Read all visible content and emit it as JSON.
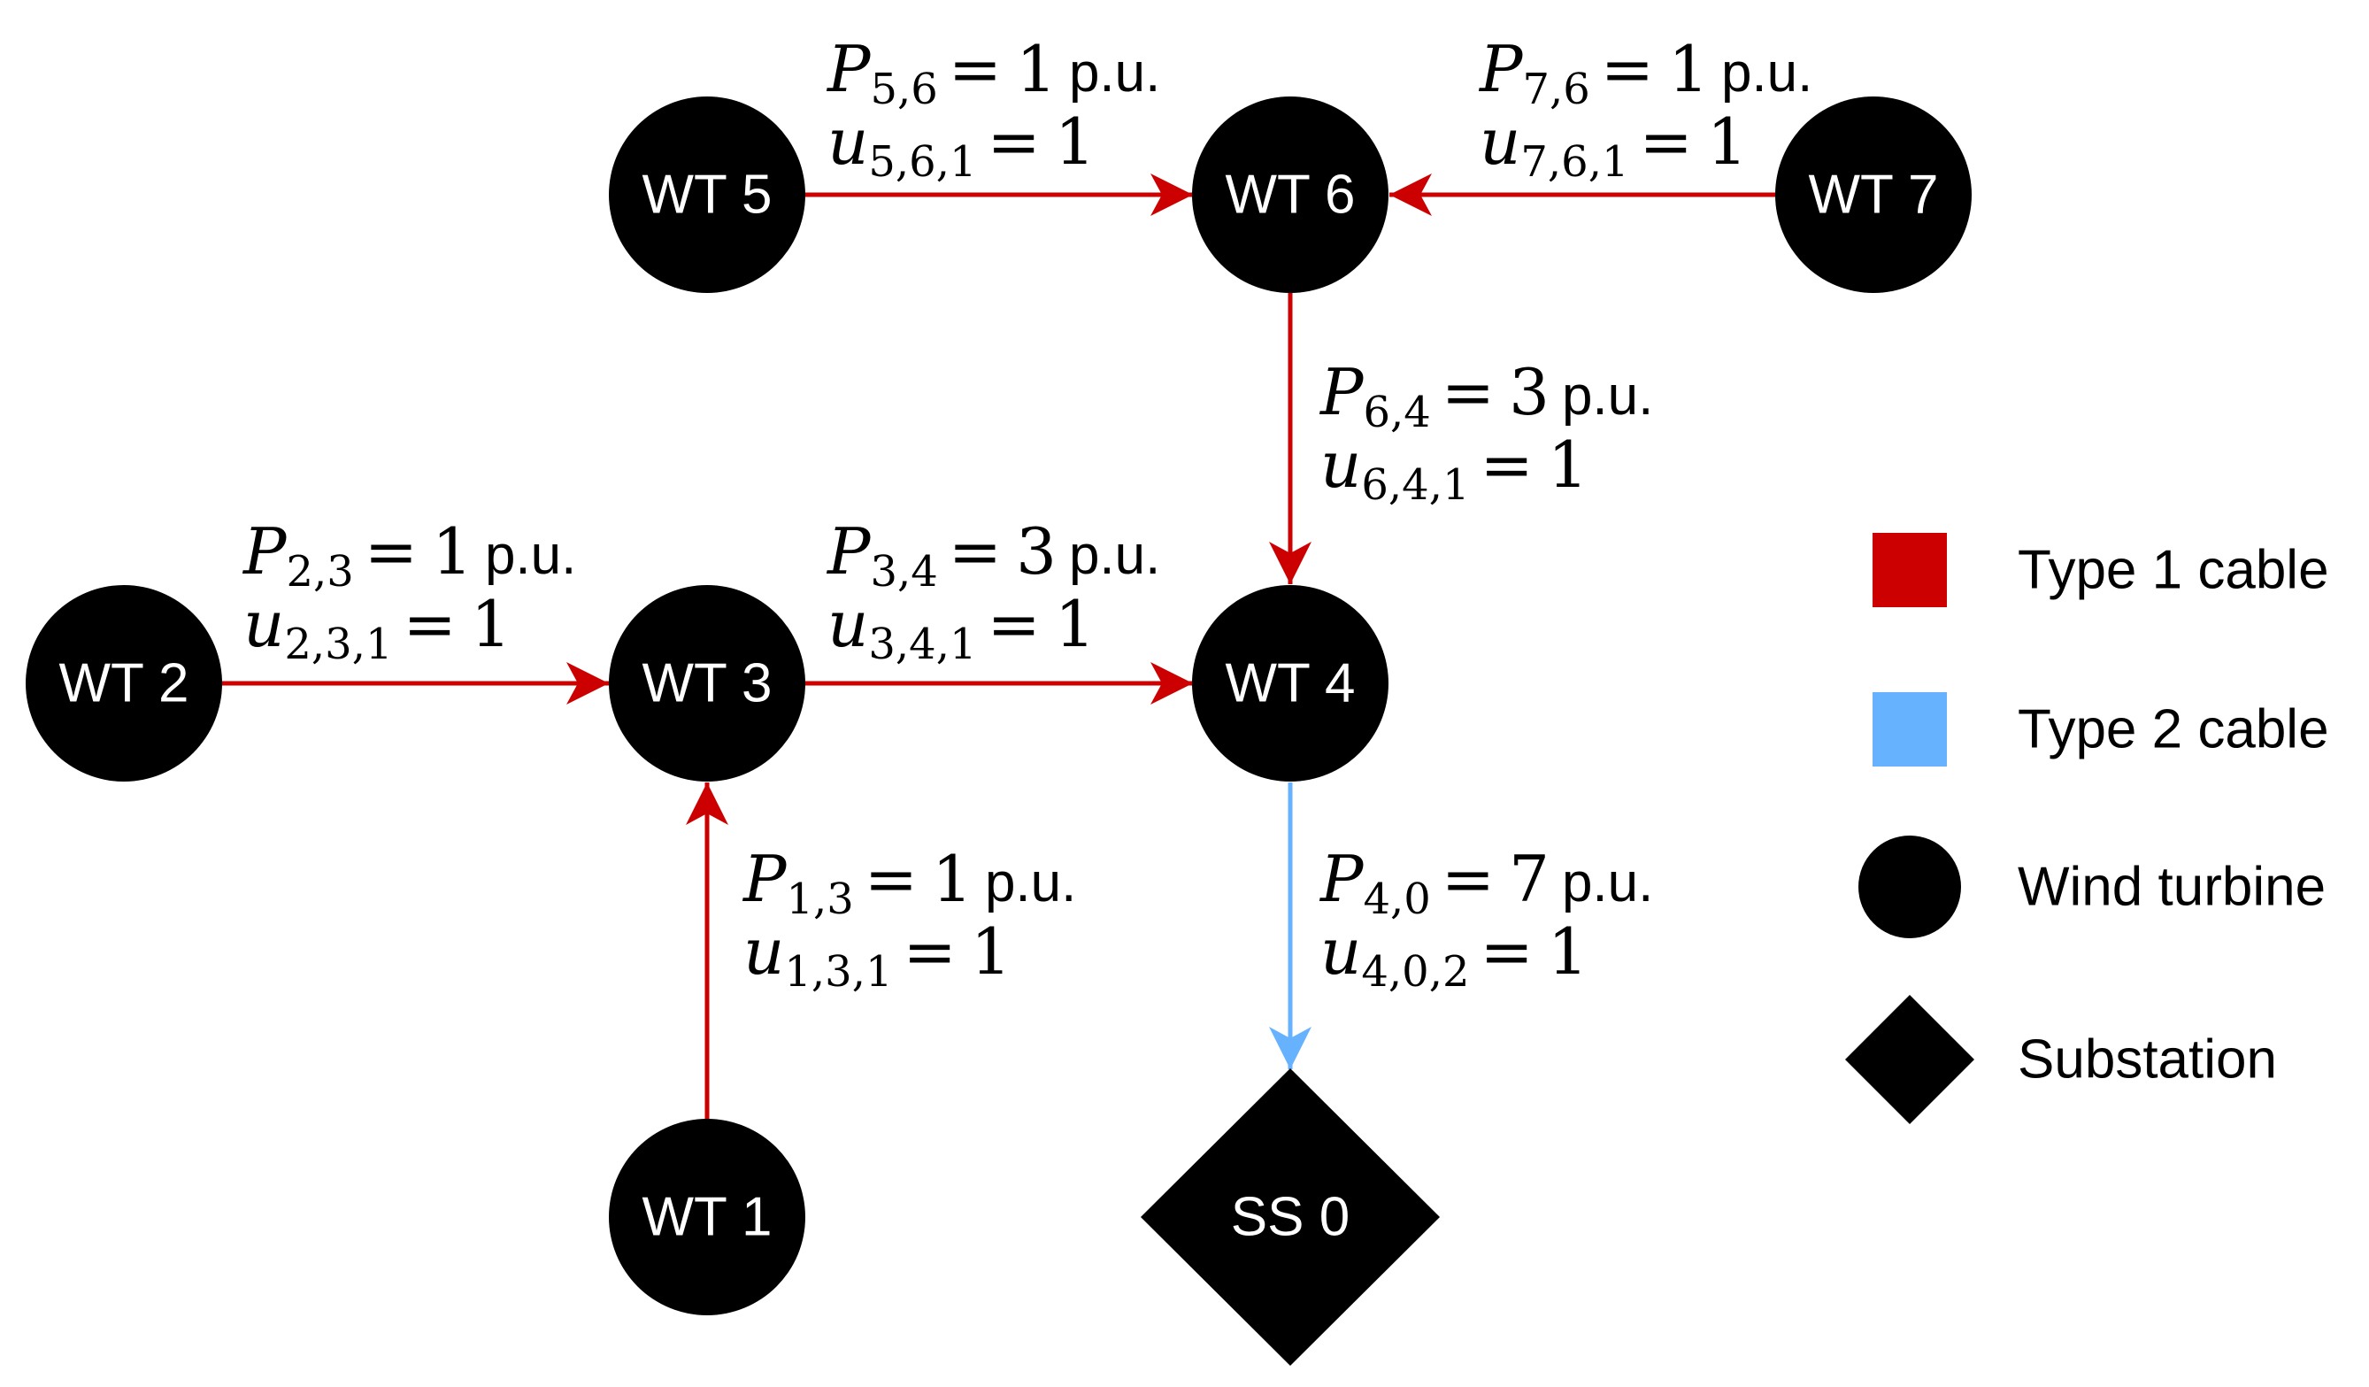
{
  "colors": {
    "type1_cable": "#cc0000",
    "type2_cable": "#66b2ff",
    "node": "#000000",
    "node_text": "#ffffff"
  },
  "nodes": {
    "wt1": {
      "label": "WT 1",
      "kind": "wind-turbine"
    },
    "wt2": {
      "label": "WT 2",
      "kind": "wind-turbine"
    },
    "wt3": {
      "label": "WT 3",
      "kind": "wind-turbine"
    },
    "wt4": {
      "label": "WT 4",
      "kind": "wind-turbine"
    },
    "wt5": {
      "label": "WT 5",
      "kind": "wind-turbine"
    },
    "wt6": {
      "label": "WT 6",
      "kind": "wind-turbine"
    },
    "wt7": {
      "label": "WT 7",
      "kind": "wind-turbine"
    },
    "ss0": {
      "label": "SS 0",
      "kind": "substation"
    }
  },
  "edges": [
    {
      "id": "e56",
      "from": "WT 5",
      "to": "WT 6",
      "cable_type": 1,
      "p_sym": "P",
      "p_sub": "5,6",
      "p_val": "1",
      "p_unit": "p.u.",
      "u_sym": "u",
      "u_sub": "5,6,1",
      "u_val": "1"
    },
    {
      "id": "e76",
      "from": "WT 7",
      "to": "WT 6",
      "cable_type": 1,
      "p_sym": "P",
      "p_sub": "7,6",
      "p_val": "1",
      "p_unit": "p.u.",
      "u_sym": "u",
      "u_sub": "7,6,1",
      "u_val": "1"
    },
    {
      "id": "e64",
      "from": "WT 6",
      "to": "WT 4",
      "cable_type": 1,
      "p_sym": "P",
      "p_sub": "6,4",
      "p_val": "3",
      "p_unit": "p.u.",
      "u_sym": "u",
      "u_sub": "6,4,1",
      "u_val": "1"
    },
    {
      "id": "e23",
      "from": "WT 2",
      "to": "WT 3",
      "cable_type": 1,
      "p_sym": "P",
      "p_sub": "2,3",
      "p_val": "1",
      "p_unit": "p.u.",
      "u_sym": "u",
      "u_sub": "2,3,1",
      "u_val": "1"
    },
    {
      "id": "e34",
      "from": "WT 3",
      "to": "WT 4",
      "cable_type": 1,
      "p_sym": "P",
      "p_sub": "3,4",
      "p_val": "3",
      "p_unit": "p.u.",
      "u_sym": "u",
      "u_sub": "3,4,1",
      "u_val": "1"
    },
    {
      "id": "e13",
      "from": "WT 1",
      "to": "WT 3",
      "cable_type": 1,
      "p_sym": "P",
      "p_sub": "1,3",
      "p_val": "1",
      "p_unit": "p.u.",
      "u_sym": "u",
      "u_sub": "1,3,1",
      "u_val": "1"
    },
    {
      "id": "e40",
      "from": "WT 4",
      "to": "SS 0",
      "cable_type": 2,
      "p_sym": "P",
      "p_sub": "4,0",
      "p_val": "7",
      "p_unit": "p.u.",
      "u_sym": "u",
      "u_sub": "4,0,2",
      "u_val": "1"
    }
  ],
  "legend": {
    "type1": "Type 1 cable",
    "type2": "Type 2 cable",
    "turbine": "Wind turbine",
    "substation": "Substation"
  }
}
